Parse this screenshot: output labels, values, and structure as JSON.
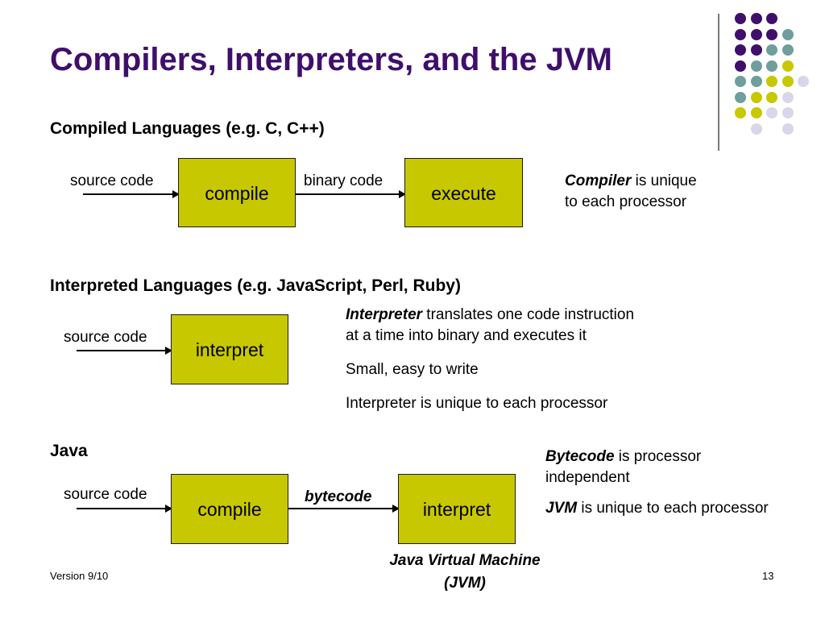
{
  "slide": {
    "title": "Compilers, Interpreters, and the JVM",
    "footer_left": "Version 9/10",
    "page_number": "13"
  },
  "compiled": {
    "heading": "Compiled Languages (e.g. C, C++)",
    "input_label": "source code",
    "box1": "compile",
    "middle_label": "binary code",
    "box2": "execute",
    "note_term": "Compiler",
    "note_rest_1": " is unique",
    "note_rest_2": "to each processor"
  },
  "interpreted": {
    "heading": "Interpreted Languages (e.g. JavaScript, Perl, Ruby)",
    "input_label": "source code",
    "box1": "interpret",
    "note1_term": "Interpreter",
    "note1_rest_1": " translates one code instruction",
    "note1_rest_2": "at a time into binary and executes it",
    "note2": "Small, easy to write",
    "note3": "Interpreter is unique to each processor"
  },
  "java": {
    "heading": "Java",
    "input_label": "source code",
    "box1": "compile",
    "middle_label": "bytecode",
    "box2": "interpret",
    "jvm_caption_1": "Java Virtual Machine",
    "jvm_caption_2": "(JVM)",
    "note1_term": "Bytecode",
    "note1_rest_1": " is processor",
    "note1_rest_2": "independent",
    "note2_term": "JVM",
    "note2_rest": " is unique to each processor"
  },
  "colors": {
    "title": "#3f0f6b",
    "box_fill": "#c8c800",
    "dot_purple": "#3f0f6b",
    "dot_teal": "#6f9e9c",
    "dot_yellow": "#c8c800",
    "dot_lavender": "#d9d6ea"
  }
}
